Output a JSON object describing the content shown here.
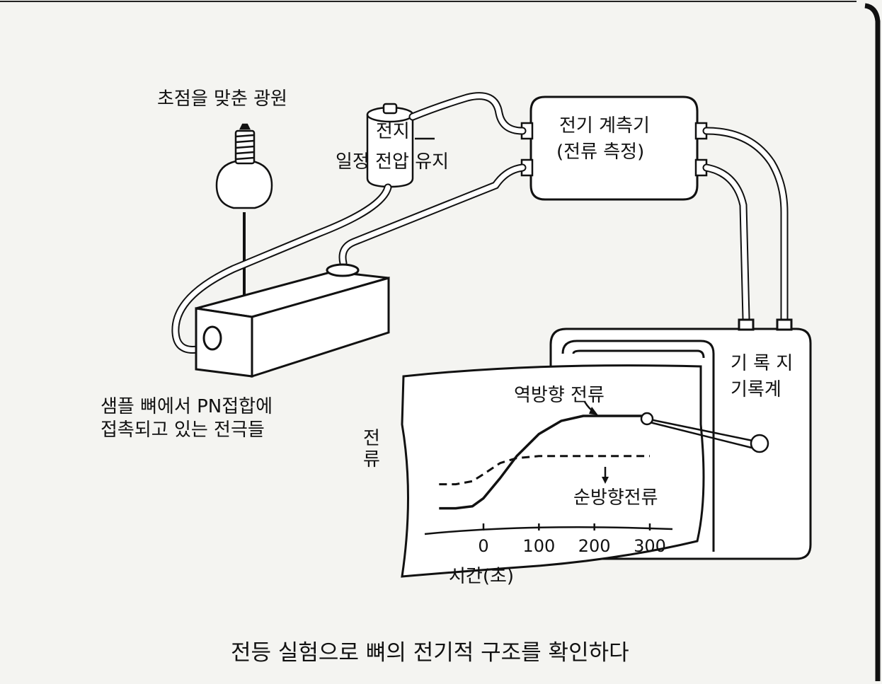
{
  "labels": {
    "light_source": "초점을 맞춘 광원",
    "battery": "전지",
    "battery_note": "일정 전압 유지",
    "meter_line1": "전기 계측기",
    "meter_line2": "(전류 측정)",
    "electrodes_line1": "샘플 뼈에서 PN접합에",
    "electrodes_line2": "접촉되고 있는 전극들",
    "recorder_line1": "기 록 지",
    "recorder_line2": "기록계"
  },
  "chart_data": {
    "type": "line",
    "ylabel": "전류",
    "xlabel": "시간(초)",
    "x_ticks": [
      "0",
      "100",
      "200",
      "300"
    ],
    "series": [
      {
        "name": "역방향 전류",
        "style": "solid",
        "x": [
          -80,
          -50,
          -20,
          0,
          30,
          60,
          100,
          140,
          180,
          200,
          230,
          260,
          300
        ],
        "y": [
          0.08,
          0.08,
          0.1,
          0.18,
          0.38,
          0.6,
          0.82,
          0.95,
          1.0,
          1.0,
          1.0,
          1.0,
          1.0
        ]
      },
      {
        "name": "순방향전류",
        "style": "dashed",
        "x": [
          -80,
          -50,
          -20,
          0,
          30,
          60,
          100,
          140,
          180,
          220,
          260,
          300
        ],
        "y": [
          0.32,
          0.32,
          0.35,
          0.42,
          0.53,
          0.58,
          0.6,
          0.6,
          0.6,
          0.6,
          0.6,
          0.6
        ]
      }
    ]
  },
  "caption": "전등 실험으로 뼈의 전기적 구조를 확인하다"
}
